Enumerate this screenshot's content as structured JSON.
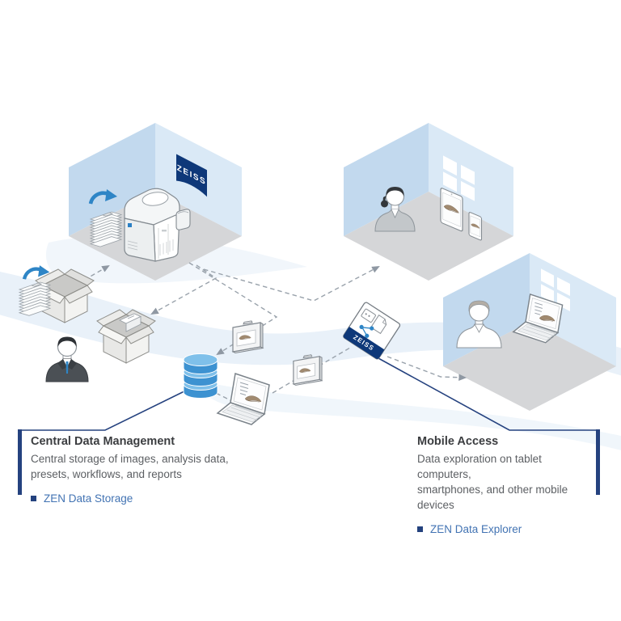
{
  "brand": {
    "name": "ZEISS"
  },
  "sections": {
    "central": {
      "title": "Central Data Management",
      "line1": "Central storage of images, analysis data,",
      "line2": "presets, workflows, and reports",
      "product": "ZEN Data Storage"
    },
    "mobile": {
      "title": "Mobile Access",
      "line1": "Data exploration on tablet computers,",
      "line2": "smartphones, and other mobile devices",
      "product": "ZEN Data Explorer"
    }
  },
  "icons": {
    "zeiss-flag-logo": "blue pennant with ZEISS wordmark",
    "zen-app-icon": "tilted card with document, plate and blue share nodes",
    "slide-scanner-icon": "isometric slide scanner instrument",
    "slide-stack-icon": "stack of slide trays",
    "transfer-arrow-icon": "curved blue arrow",
    "archive-box-icon": "open cardboard box",
    "person-icon": "user bust",
    "image-folder-icon": "folder with specimen image",
    "database-icon": "stacked blue cylinders",
    "laptop-icon": "notebook computer with specimen image",
    "tablet-icon": "tablet with specimen image",
    "smartphone-icon": "smartphone with specimen image",
    "window-icon": "four pane window"
  },
  "colors": {
    "zeiss_blue": "#0e3879",
    "accent_bar": "#25427f",
    "link_blue": "#4273b3",
    "arrow_blue": "#2e85c6",
    "database_blue": "#3d92d1",
    "wall_blue_dark": "#c2d9ee",
    "wall_blue_light": "#dae9f6",
    "floor_gray": "#d5d6d8",
    "dash_gray": "#99a2ab",
    "swoosh_blue": "#e9f1f9"
  }
}
